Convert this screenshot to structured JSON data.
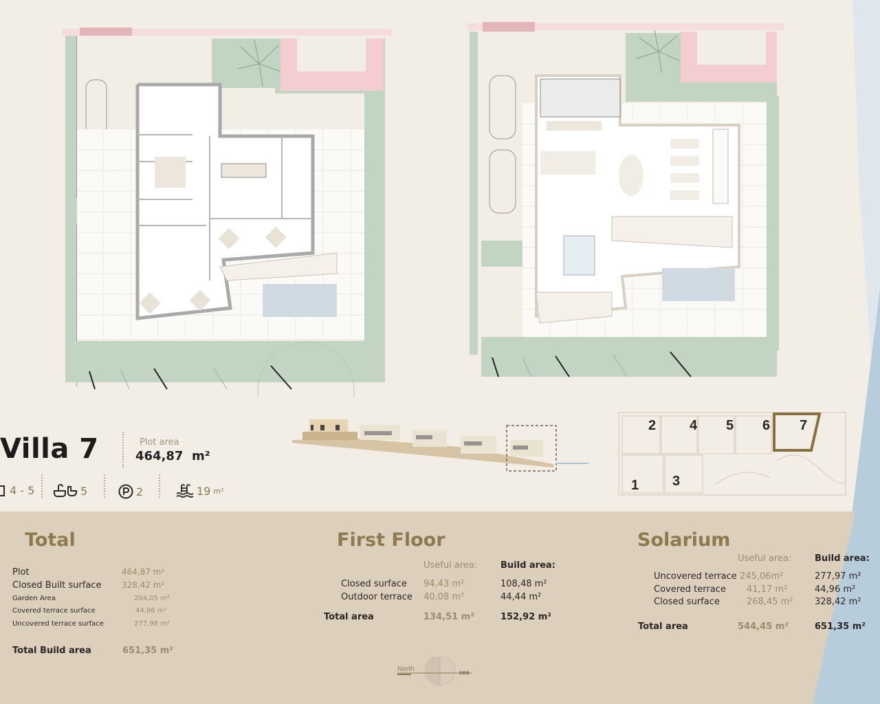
{
  "villa": {
    "title": "Villa 7",
    "plot_area_label": "Plot area",
    "plot_area_value": "464,87",
    "plot_area_unit": "m²",
    "features": [
      {
        "icon": "bedroom-icon",
        "value": "4 - 5"
      },
      {
        "icon": "bath-toilet-icon",
        "value": "5"
      },
      {
        "icon": "parking-icon",
        "value": "2"
      },
      {
        "icon": "pool-icon",
        "value": "19",
        "unit": "m²"
      }
    ]
  },
  "site_map": {
    "lots": [
      "1",
      "2",
      "3",
      "4",
      "5",
      "6",
      "7"
    ],
    "highlighted_lot": "7",
    "highlight_color": "#8a6f3e"
  },
  "total": {
    "title": "Total",
    "rows": [
      {
        "label": "Plot",
        "value": "464,87 m²"
      },
      {
        "label": "Closed Built surface",
        "value": "328,42 m²"
      },
      {
        "label": "Garden Area",
        "value": "204,05 m²"
      },
      {
        "label": "Covered terrace surface",
        "value": "44,96  m²"
      },
      {
        "label": "Uncovered terrace surface",
        "value": "277,98 m²"
      }
    ],
    "total_label": "Total Build area",
    "total_value": "651,35 m²"
  },
  "first_floor": {
    "title": "First Floor",
    "col_useful": "Useful  area:",
    "col_build": "Build area:",
    "rows": [
      {
        "label": "Closed surface",
        "useful": "94,43 m²",
        "build": "108,48 m²"
      },
      {
        "label": "Outdoor terrace",
        "useful": "40,08 m²",
        "build": "44,44  m²"
      }
    ],
    "total_label": "Total area",
    "total_useful": "134,51 m²",
    "total_build": "152,92 m²"
  },
  "solarium": {
    "title": "Solarium",
    "col_useful": "Useful  area:",
    "col_build": "Build area:",
    "rows": [
      {
        "label": "Uncovered terrace",
        "useful": "245,06m²",
        "build": "277,97 m²"
      },
      {
        "label": "Covered terrace",
        "useful": "41,17 m²",
        "build": "44,96  m²"
      },
      {
        "label": "Closed surface",
        "useful": "268,45 m²",
        "build": "328,42 m²"
      }
    ],
    "total_label": "Total area",
    "total_useful": "544,45 m²",
    "total_build": "651,35 m²"
  },
  "compass": {
    "north_label": "North",
    "sea_label": "sea"
  },
  "colors": {
    "background": "#f2ede5",
    "band": "#dcd0bd",
    "accent_gold": "#8e7a4f",
    "garden_green": "#c2d5c2",
    "pool_blue": "#cfdae3",
    "boundary_pink": "#f4c9cc",
    "sea_blue": "#b3cad8"
  }
}
